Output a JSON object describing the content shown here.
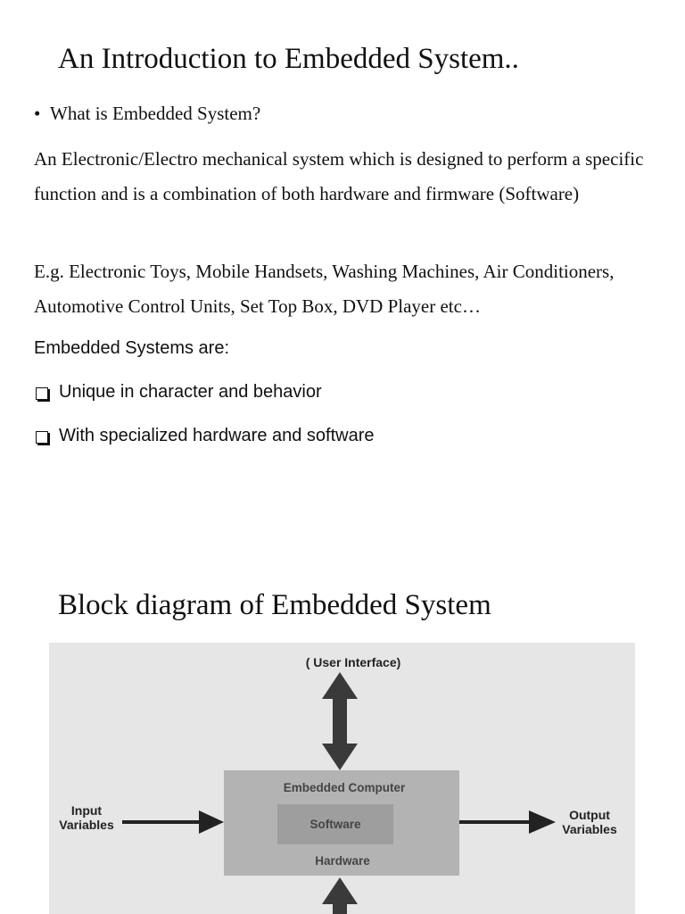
{
  "slide1": {
    "title": "An Introduction to Embedded System..",
    "bullet": "What is Embedded System?",
    "definition": "An Electronic/Electro mechanical system which is designed to perform a specific function and is a combination of both hardware and firmware (Software)",
    "examples": "E.g. Electronic Toys, Mobile Handsets, Washing Machines, Air Conditioners, Automotive Control Units, Set Top Box, DVD Player etc…",
    "systems_are": "Embedded Systems are:",
    "items": [
      "Unique in character and behavior",
      "With specialized hardware and software"
    ]
  },
  "slide2": {
    "title": "Block diagram of Embedded System",
    "diagram": {
      "user_interface": "( User Interface)",
      "computer": "Embedded Computer",
      "software": "Software",
      "hardware": "Hardware",
      "input_line1": "Input",
      "input_line2": "Variables",
      "output_line1": "Output",
      "output_line2": "Variables"
    }
  }
}
